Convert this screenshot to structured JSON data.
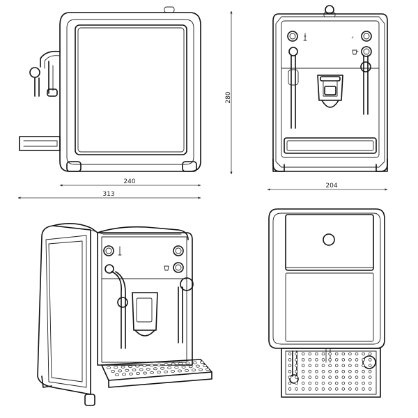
{
  "dimensions": {
    "depth_machine": "240",
    "depth_total": "313",
    "height": "280",
    "width": "204"
  },
  "views": {
    "side": "side-view",
    "front": "front-view",
    "perspective": "perspective-view",
    "top": "top-view"
  },
  "icons": [
    "steam-icon",
    "power-icon",
    "cup-icon"
  ],
  "colors": {
    "line": "#111111",
    "background": "#ffffff"
  }
}
